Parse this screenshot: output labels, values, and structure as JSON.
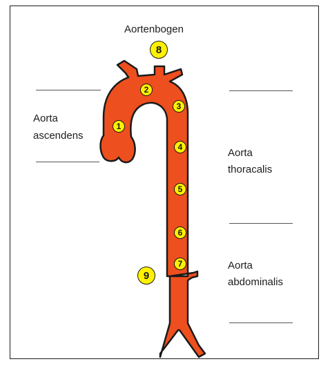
{
  "colors": {
    "vessel": "#ee4f1e",
    "badge": "#fff200",
    "outline": "#1a1a1a"
  },
  "labels": {
    "arch": "Aortenbogen",
    "ascending_1": "Aorta",
    "ascending_2": "ascendens",
    "thoracic_1": "Aorta",
    "thoracic_2": "thoracalis",
    "abdominal_1": "Aorta",
    "abdominal_2": "abdominalis"
  },
  "markers": [
    "1",
    "2",
    "3",
    "4",
    "5",
    "6",
    "7",
    "8",
    "9"
  ]
}
